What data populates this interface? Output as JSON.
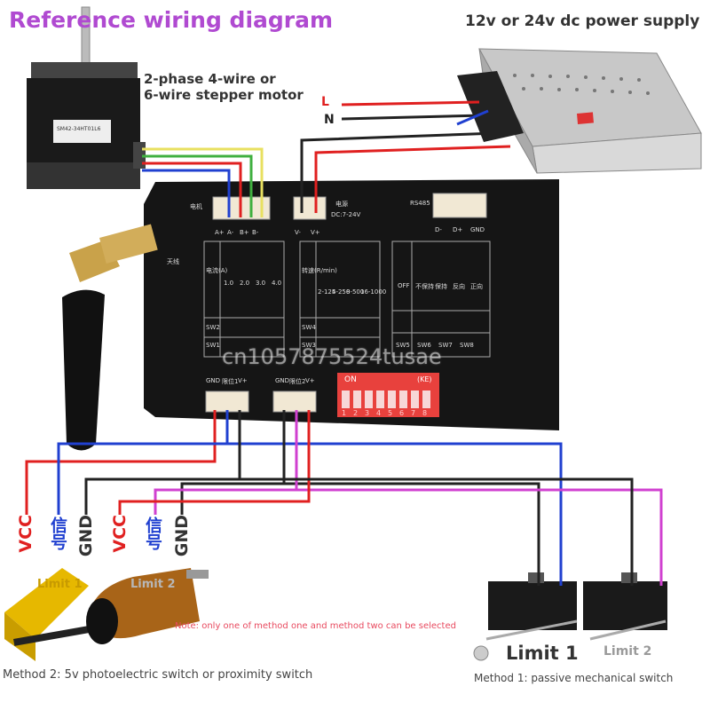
{
  "title": "Reference wiring diagram",
  "power_supply": {
    "label": "12v or 24v dc power supply",
    "line_label": "L",
    "neutral_label": "N"
  },
  "motor": {
    "label_line1": "2-phase 4-wire or",
    "label_line2": "6-wire stepper motor",
    "model_text": "SM42-34HT01L6"
  },
  "controller": {
    "motor_terminals": [
      "A+",
      "A-",
      "B+",
      "B-"
    ],
    "motor_header": "电机",
    "power_terminals": [
      "V-",
      "V+"
    ],
    "power_header": "DC:7-24V",
    "power_cn": "电源",
    "rs485_label": "RS485",
    "rs485_terminals": [
      "D-",
      "D+",
      "GND"
    ],
    "antenna_label": "天线",
    "limit1_terminals": [
      "GND",
      "限位1",
      "V+"
    ],
    "limit2_terminals": [
      "GND",
      "限位2",
      "V+"
    ],
    "current_table": {
      "header": "电流(A)",
      "rows": [
        "1.0",
        "2.0",
        "3.0",
        "4.0"
      ],
      "sw": [
        "SW1",
        "SW2"
      ]
    },
    "speed_table": {
      "header": "转速(R/min)",
      "rows": [
        "2-125",
        "4-250",
        "8-500",
        "16-1000"
      ],
      "sw": [
        "SW3",
        "SW4"
      ]
    },
    "mode_table": {
      "rows": [
        "OFF",
        "不保持",
        "保持",
        "反向",
        "正向"
      ],
      "sw": [
        "SW5",
        "SW6",
        "SW7",
        "SW8"
      ]
    },
    "dip_on": "ON",
    "dip_code": "(KE)",
    "dip_numbers": [
      "1",
      "2",
      "3",
      "4",
      "5",
      "6",
      "7",
      "8"
    ]
  },
  "photo_switch": {
    "labels_1": [
      "VCC",
      "信号",
      "GND"
    ],
    "labels_2": [
      "VCC",
      "信号",
      "GND"
    ],
    "limit1": "Limit 1",
    "limit2": "Limit 2"
  },
  "mechanical_switch": {
    "limit1": "Limit 1",
    "limit2": "Limit 2"
  },
  "note": "Note: only one of method one and method two can be selected",
  "method2": "Method 2: 5v photoelectric switch or proximity switch",
  "method1": "Method 1: passive mechanical switch",
  "watermark": "cn1057875524tusae",
  "colors": {
    "title": "#b04ad1",
    "red_wire": "#e02020",
    "blue_wire": "#2040d0",
    "black_wire": "#222222",
    "magenta_wire": "#d040d0",
    "green_wire": "#40b040",
    "yellow_wire": "#e8e060",
    "board": "#151515",
    "dip": "#e8413d"
  }
}
